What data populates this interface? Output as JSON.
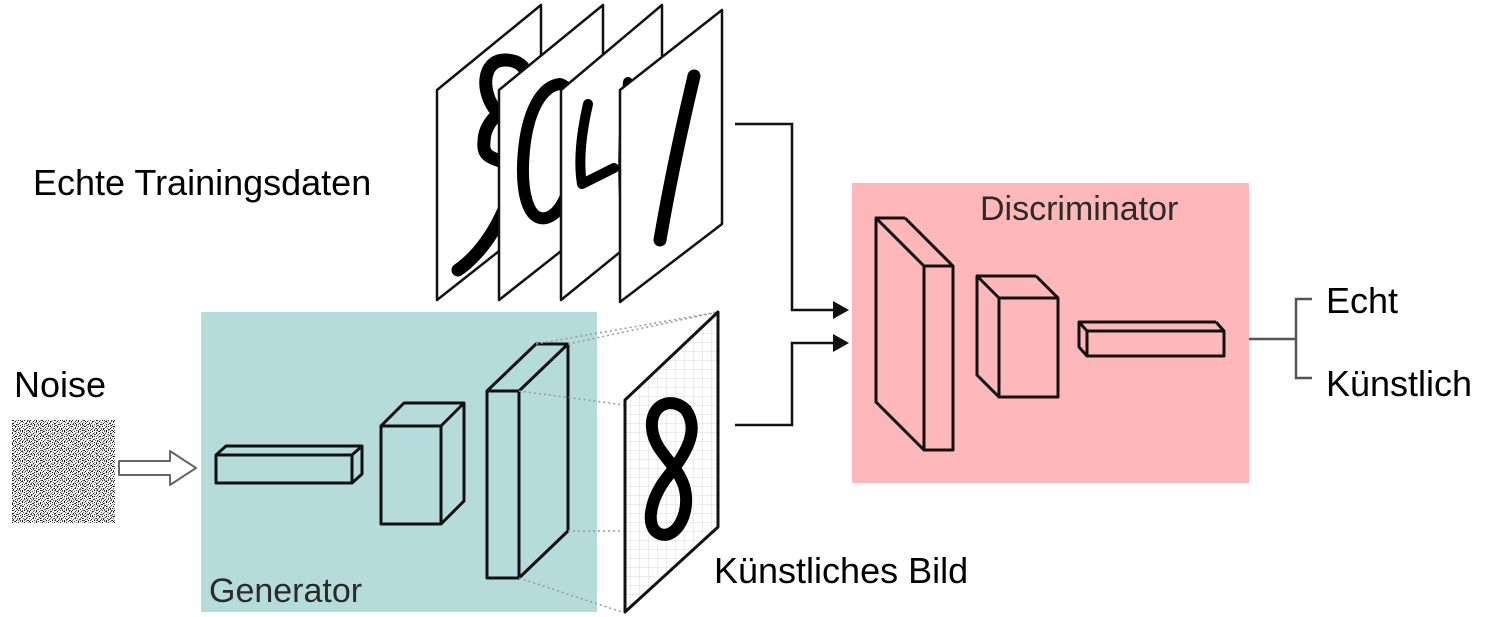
{
  "labels": {
    "real_data": "Echte Trainingsdaten",
    "noise": "Noise",
    "fake_image": "Künstliches Bild",
    "generator": "Generator",
    "discriminator": "Discriminator",
    "out_real": "Echt",
    "out_fake": "Künstlich"
  },
  "colors": {
    "generator_bg": "#b5dcdb",
    "discriminator_bg": "#feb8b9",
    "line": "#111111"
  }
}
